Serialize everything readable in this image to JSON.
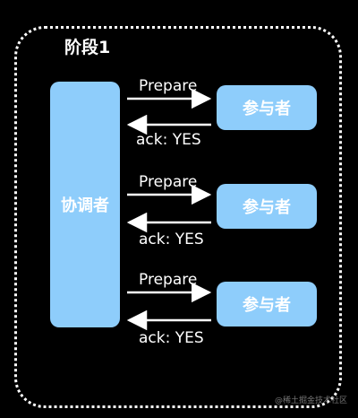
{
  "stage": {
    "title": "阶段1"
  },
  "coordinator": {
    "label": "协调者"
  },
  "rounds": [
    {
      "participant": "参与者",
      "request": "Prepare",
      "response": "ack: YES"
    },
    {
      "participant": "参与者",
      "request": "Prepare",
      "response": "ack: YES"
    },
    {
      "participant": "参与者",
      "request": "Prepare",
      "response": "ack: YES"
    }
  ],
  "watermark": "@稀土掘金技术社区",
  "colors": {
    "box": "#8ecdfb",
    "background": "#000000",
    "line": "#ffffff"
  }
}
